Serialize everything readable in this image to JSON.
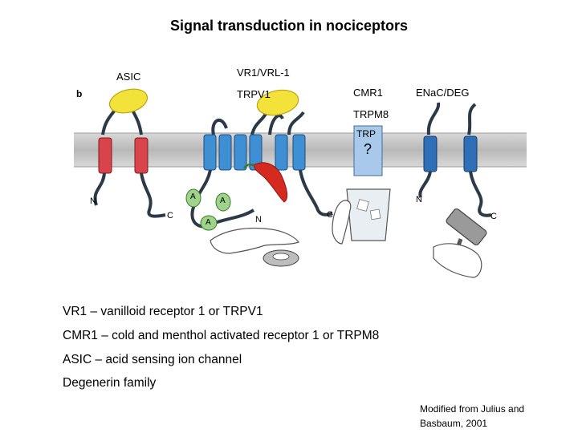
{
  "title": "Signal transduction in nociceptors",
  "labels": {
    "asic": "ASIC",
    "vr1_vrl1": "VR1/VRL-1",
    "trpv1": "TRPV1",
    "cmr1": "CMR1",
    "enac_deg": "ENaC/DEG",
    "trpm8": "TRPM8",
    "trp": "TRP",
    "question": "?",
    "panel": "b",
    "n_asic": "N",
    "c_asic": "C",
    "n_trpv1": "N",
    "c_trpv1": "C",
    "n_enac": "N",
    "c_enac": "C",
    "a1": "A",
    "a2": "A",
    "a3": "A"
  },
  "definitions": [
    "VR1 – vanilloid receptor 1 or TRPV1",
    "CMR1 – cold and menthol activated receptor 1 or TRPM8",
    "ASIC – acid sensing ion channel",
    "Degenerin family"
  ],
  "credit": "Modified from Julius and Basbaum, 2001",
  "colors": {
    "membrane": "#c9c9c9",
    "asic_helix": "#d9434b",
    "trpv1_helix": "#3f8fd4",
    "enac_helix": "#2f6fb8",
    "trp_box": "#a9c9ea",
    "lemon": "#f2e23a",
    "chili": "#d42a1f",
    "ankyrin": "#9dd38a"
  }
}
